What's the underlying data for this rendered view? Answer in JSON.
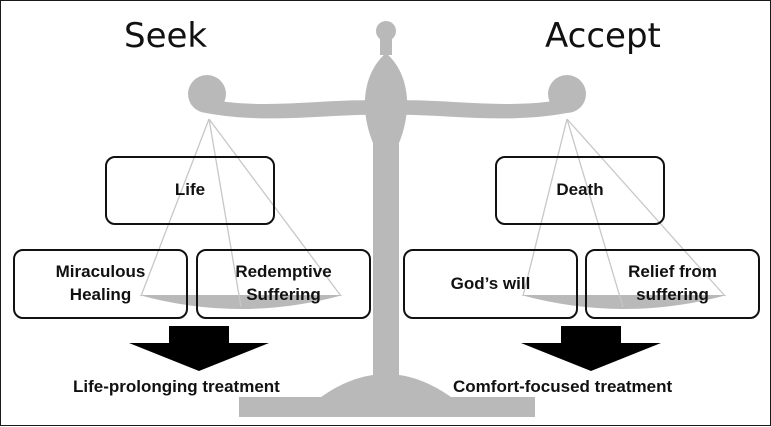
{
  "colors": {
    "scale": "#b9b9b9",
    "arrow": "#000000",
    "border": "#111111"
  },
  "left": {
    "heading": "Seek",
    "top_box": "Life",
    "bottom_boxes": [
      "Miraculous\nHealing",
      "Redemptive\nSuffering"
    ],
    "caption": "Life-prolonging treatment"
  },
  "right": {
    "heading": "Accept",
    "top_box": "Death",
    "bottom_boxes": [
      "God’s will",
      "Relief from\nsuffering"
    ],
    "caption": "Comfort-focused treatment"
  }
}
